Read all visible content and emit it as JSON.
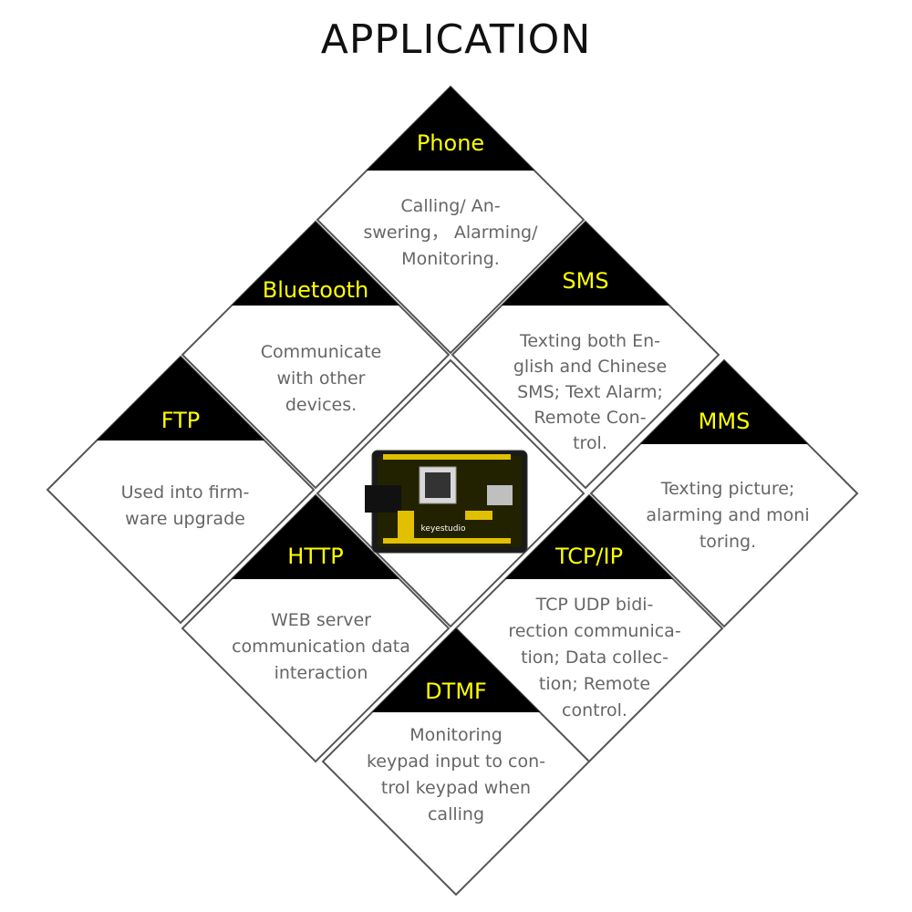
{
  "title": "APPLICATION",
  "colors": {
    "header_bg": "#000000",
    "header_text": "#ffff00",
    "body_text": "#666666",
    "border": "#555555"
  },
  "center": {
    "image": "pcb-board-image",
    "board_brand": "keyestudio"
  },
  "items": {
    "phone": {
      "label": "Phone",
      "lines": [
        "Calling/ An-",
        "swering， Alarming/",
        "Monitoring."
      ]
    },
    "bluetooth": {
      "label": "Bluetooth",
      "lines": [
        "Communicate",
        "with other",
        "devices."
      ]
    },
    "sms": {
      "label": "SMS",
      "lines": [
        "Texting both En-",
        "glish and Chinese",
        "SMS; Text Alarm;",
        "Remote Con-",
        "trol."
      ]
    },
    "ftp": {
      "label": "FTP",
      "lines": [
        "Used into firm-",
        "ware upgrade"
      ]
    },
    "mms": {
      "label": "MMS",
      "lines": [
        "Texting picture;",
        "alarming and moni",
        "toring."
      ]
    },
    "http": {
      "label": "HTTP",
      "lines": [
        "WEB server",
        "communication data",
        "interaction"
      ]
    },
    "tcpip": {
      "label": "TCP/IP",
      "lines": [
        "TCP UDP bidi-",
        "rection communica-",
        "tion; Data collec-",
        "tion; Remote",
        "control."
      ]
    },
    "dtmf": {
      "label": "DTMF",
      "lines": [
        "Monitoring",
        "keypad input to con-",
        "trol keypad when",
        "calling"
      ]
    }
  }
}
